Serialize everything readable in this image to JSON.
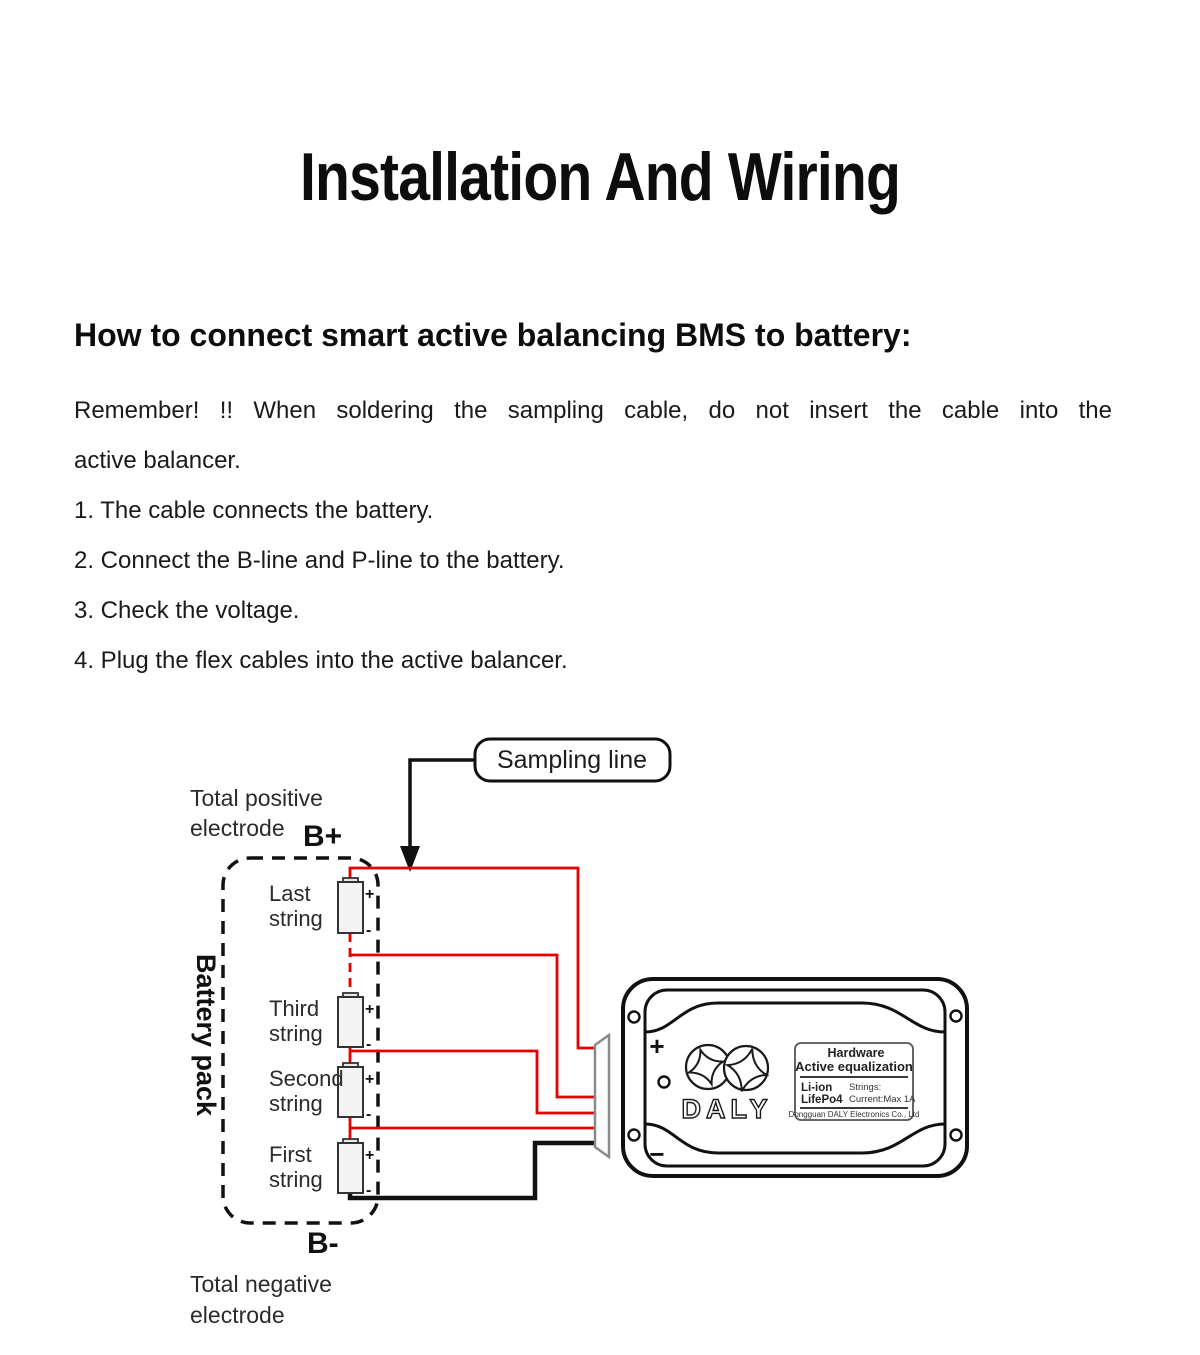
{
  "page": {
    "title": "Installation And Wiring",
    "heading": "How to connect smart active balancing BMS to battery:",
    "intro_line1": "Remember! !! When soldering the sampling cable, do not insert the cable into the",
    "intro_line2": "active balancer.",
    "steps": [
      "1. The cable connects the battery.",
      "2. Connect the B-line and P-line to the battery.",
      "3. Check the voltage.",
      "4. Plug the flex cables into the active balancer."
    ]
  },
  "diagram": {
    "sampling_line": "Sampling line",
    "total_positive_line1": "Total positive",
    "total_positive_line2": "electrode",
    "b_plus": "B+",
    "b_minus": "B-",
    "battery_pack": "Battery pack",
    "total_negative_line1": "Total negative",
    "total_negative_line2": "electrode",
    "cell_plus": "+",
    "cell_minus": "-",
    "cells": [
      {
        "line1": "Last",
        "line2": "string"
      },
      {
        "line1": "Third",
        "line2": "string"
      },
      {
        "line1": "Second",
        "line2": "string"
      },
      {
        "line1": "First",
        "line2": "string"
      }
    ],
    "device": {
      "plus": "+",
      "minus": "−",
      "brand": "DALY",
      "label": {
        "line1": "Hardware",
        "line2": "Active equalization",
        "chem1": "Li-ion",
        "chem2": "LifePo4",
        "spec1": "Strings:",
        "spec2": "Current:Max 1A",
        "footer": "Dongguan DALY Electronics Co., Ltd"
      }
    },
    "colors": {
      "wire_red": "#e60000",
      "wire_black": "#111111",
      "connector_gray": "#8a8a8a",
      "cell_fill": "#f4f4f4"
    }
  }
}
